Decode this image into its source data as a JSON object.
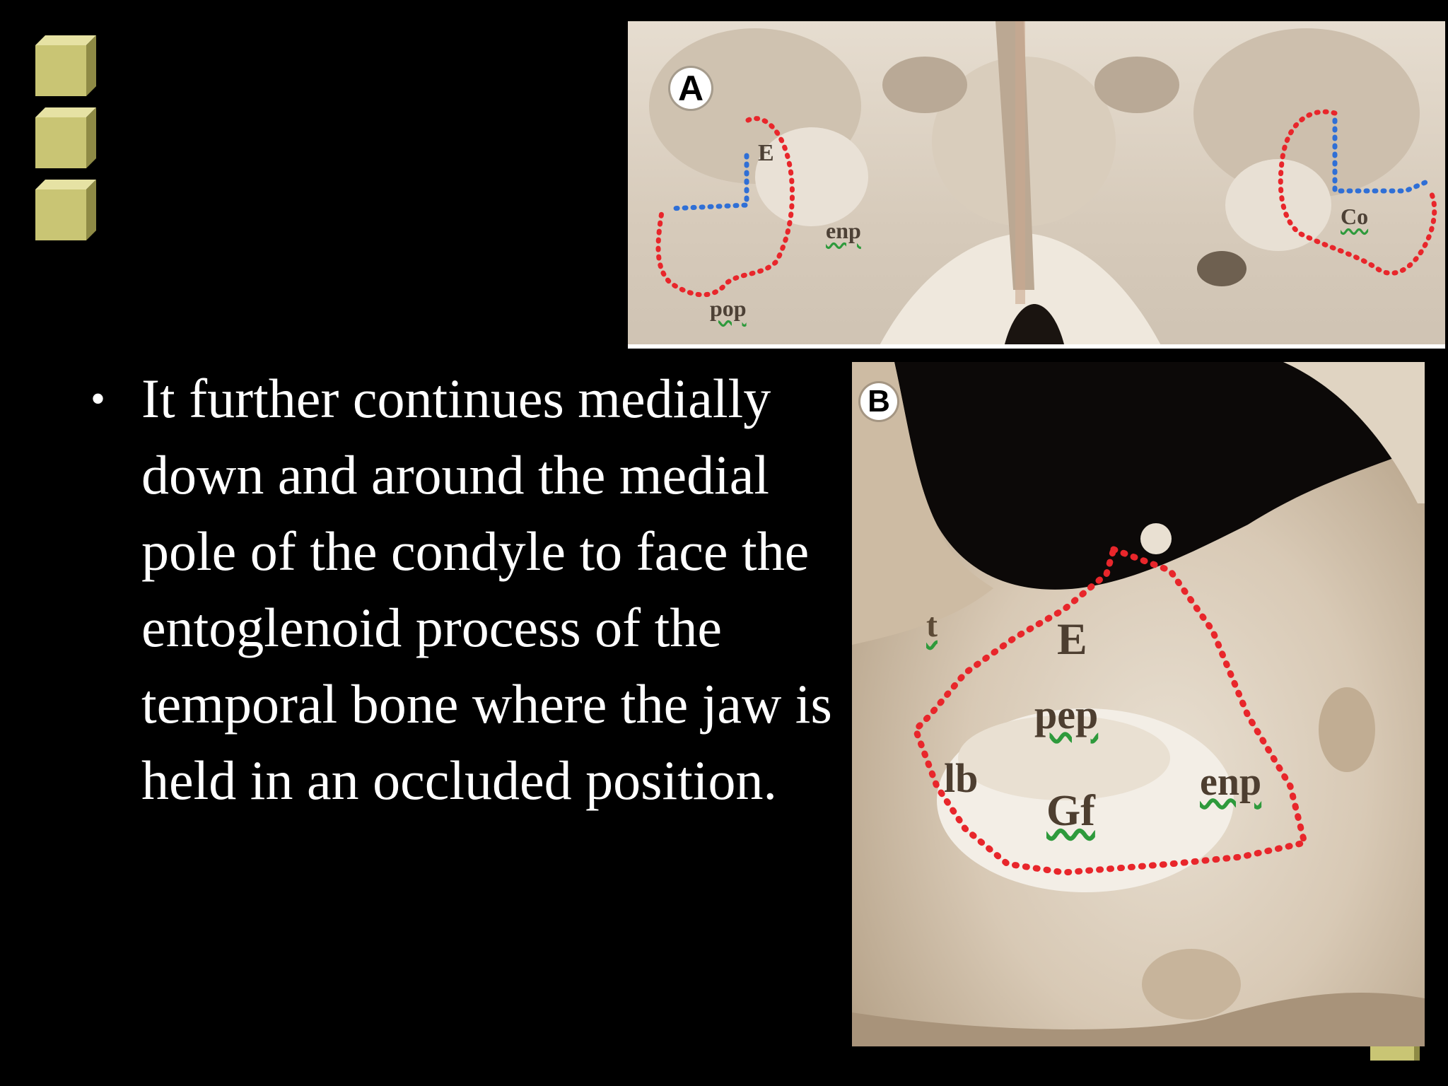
{
  "slide": {
    "bullets": [
      "It further continues medially down and around the medial pole of the condyle to face the entoglenoid process of the temporal bone where the jaw is held in an occluded position."
    ],
    "bullet_glyph": "•"
  },
  "figure_a": {
    "panel_letter": "A",
    "labels": {
      "eminence": "E",
      "entoglenoid_process": "enp",
      "postglenoid_process": "pop",
      "condyle": "Co"
    }
  },
  "figure_b": {
    "panel_letter": "B",
    "labels": {
      "t": "t",
      "eminence": "E",
      "preglenoid_plane": "pep",
      "lateral_border": "lb",
      "glenoid_fossa": "Gf",
      "entoglenoid_process": "enp"
    }
  },
  "colors": {
    "background": "#000000",
    "text": "#ffffff",
    "cube_face": "#c9c574",
    "outline_red": "#e8262b",
    "outline_blue": "#2f6fd6",
    "wavy_green": "#2e9a3c"
  }
}
